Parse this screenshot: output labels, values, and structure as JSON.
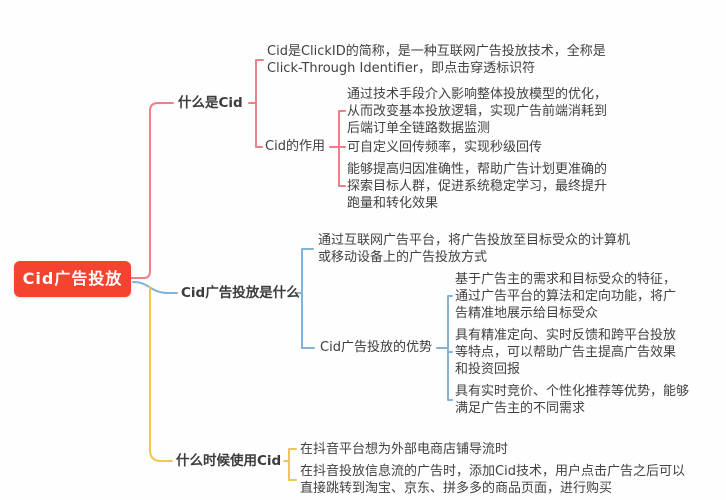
{
  "mindmap": {
    "root": "Cid广告投放",
    "branches": [
      {
        "title": "什么是Cid",
        "leaf": "Cid是ClickID的简称，是一种互联网广告投放技术，全称是\nClick-Through Identifier，即点击穿透标识符",
        "sub": {
          "title": "Cid的作用",
          "leaves": [
            "通过技术手段介入影响整体投放模型的优化，\n从而改变基本投放逻辑，实现广告前端消耗到\n后端订单全链路数据监测",
            "可自定义回传频率，实现秒级回传",
            "能够提高归因准确性，帮助广告计划更准确的\n探索目标人群，促进系统稳定学习，最终提升\n跑量和转化效果"
          ]
        }
      },
      {
        "title": "Cid广告投放是什么",
        "leaf": "通过互联网广告平台，将广告投放至目标受众的计算机\n或移动设备上的广告投放方式",
        "sub": {
          "title": "Cid广告投放的优势",
          "leaves": [
            "基于广告主的需求和目标受众的特征，\n通过广告平台的算法和定向功能，将广\n告精准地展示给目标受众",
            "具有精准定向、实时反馈和跨平台投放\n等特点，可以帮助广告主提高广告效果\n和投资回报",
            "具有实时竞价、个性化推荐等优势，能够\n满足广告主的不同需求"
          ]
        }
      },
      {
        "title": "什么时候使用Cid",
        "leaves": [
          "在抖音平台想为外部电商店铺导流时",
          "在抖音投放信息流的广告时，添加Cid技术，用户点击广告之后可以\n直接跳转到淘宝、京东、拼多多的商品页面，进行购买"
        ]
      }
    ]
  },
  "colors": {
    "bg": "#fefefe",
    "root_bg": "#f4432e",
    "root_text": "#ffffff",
    "pink": "#ec8088",
    "blue": "#82b2d8",
    "yellow": "#eec94f",
    "text": "#3c3c3c",
    "body_text": "#414141"
  }
}
